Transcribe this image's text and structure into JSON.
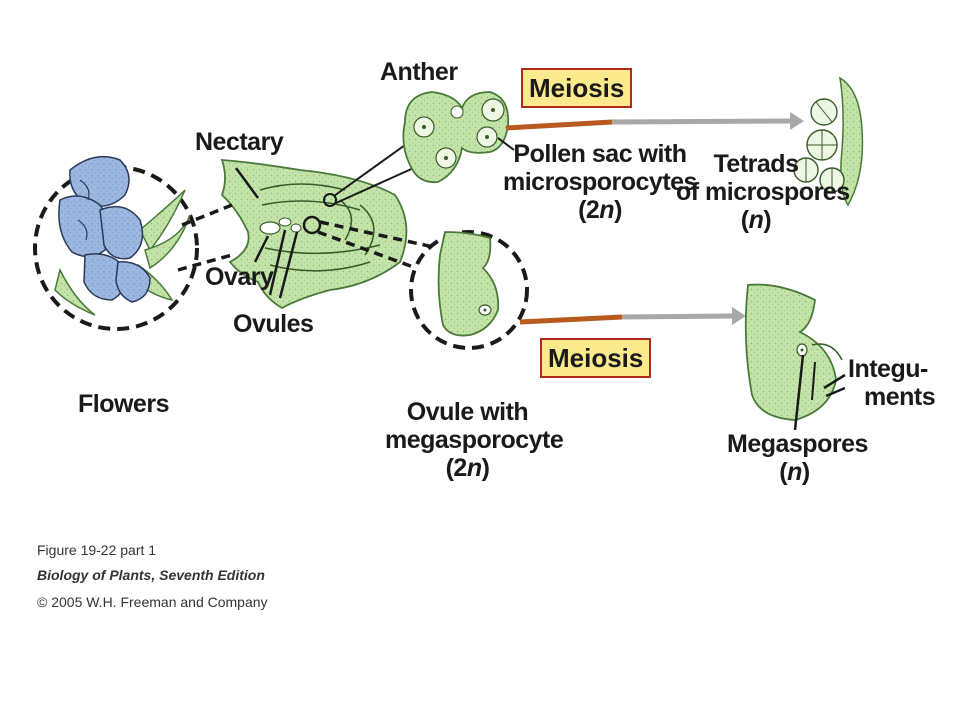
{
  "labels": {
    "flowers": "Flowers",
    "nectary": "Nectary",
    "ovary": "Ovary",
    "ovules": "Ovules",
    "anther": "Anther",
    "pollen_sac_line1": "Pollen sac with",
    "pollen_sac_line2": "microsporocytes",
    "pollen_sac_ploidy_open": "(2",
    "pollen_sac_ploidy_n": "n",
    "pollen_sac_ploidy_close": ")",
    "tetrads_line1": "Tetrads",
    "tetrads_line2": "of microspores",
    "tetrads_ploidy_open": "(",
    "tetrads_ploidy_n": "n",
    "tetrads_ploidy_close": ")",
    "ovule_line1": "Ovule with",
    "ovule_line2": "megasporocyte",
    "ovule_ploidy_open": "(2",
    "ovule_ploidy_n": "n",
    "ovule_ploidy_close": ")",
    "megaspores": "Megaspores",
    "megaspores_ploidy_open": "(",
    "megaspores_ploidy_n": "n",
    "megaspores_ploidy_close": ")",
    "integuments_line1": "Integu-",
    "integuments_line2": "ments",
    "meiosis_top": "Meiosis",
    "meiosis_bottom": "Meiosis"
  },
  "caption": {
    "figure": "Figure 19-22 part 1",
    "book": "Biology of Plants, Seventh Edition",
    "copyright": "© 2005 W.H. Freeman and Company"
  },
  "colors": {
    "tissue_green": "#c3e3a8",
    "tissue_outline": "#4a7a3a",
    "petal_blue": "#9db8e0",
    "arrow_orange": "#b85a1e",
    "arrow_gray": "#a7a9a6",
    "meiosis_fill": "#fbe98e",
    "meiosis_border": "#b02a1a"
  }
}
